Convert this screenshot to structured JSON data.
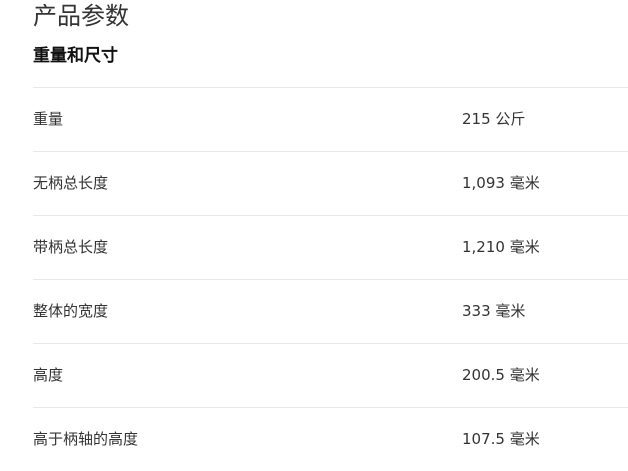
{
  "page_title": "产品参数",
  "section_title": "重量和尺寸",
  "specs": [
    {
      "label": "重量",
      "value": "215 公斤"
    },
    {
      "label": "无柄总长度",
      "value": "1,093 毫米"
    },
    {
      "label": "带柄总长度",
      "value": "1,210 毫米"
    },
    {
      "label": "整体的宽度",
      "value": "333 毫米"
    },
    {
      "label": "高度",
      "value": "200.5 毫米"
    },
    {
      "label": "高于柄轴的高度",
      "value": "107.5 毫米"
    }
  ]
}
